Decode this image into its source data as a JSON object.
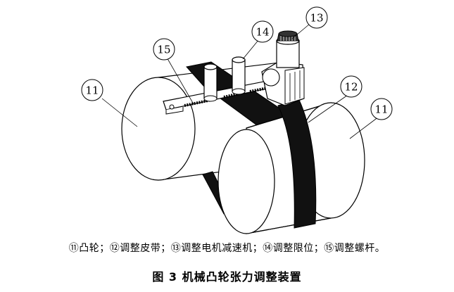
{
  "callouts": {
    "c13": "13",
    "c14": "14",
    "c15": "15",
    "c11a": "11",
    "c12": "12",
    "c11b": "11"
  },
  "legend": "⑪凸轮；⑫调整皮带；⑬调整电机减速机；⑭调整限位；⑮调整螺杆。",
  "caption": "图 3  机械凸轮张力调整装置",
  "colors": {
    "ink": "#000000",
    "belt": "#111111",
    "fill": "#ffffff",
    "shade": "#9a9a9a"
  }
}
